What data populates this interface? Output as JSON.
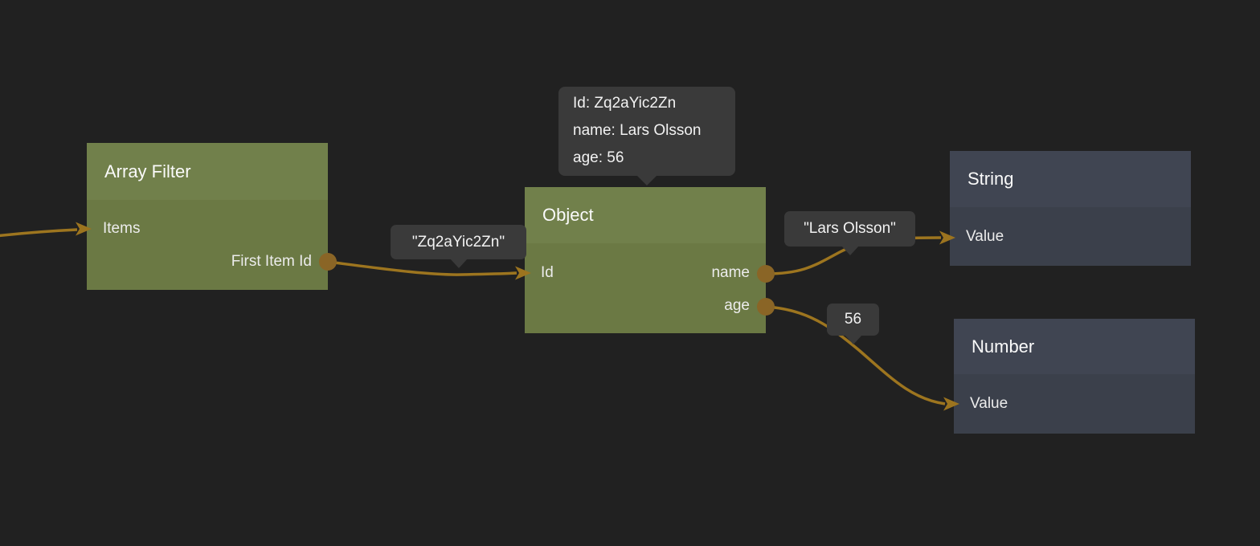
{
  "canvas": {
    "background": "#212121"
  },
  "colors": {
    "edge": "#9d751f",
    "port_dot": "#8a6526",
    "node_green_header": "#71804b",
    "node_green_body": "#6b7944",
    "node_slate_header": "#404552",
    "node_slate_body": "#3b404b",
    "bubble_bg": "#3a3a3a"
  },
  "nodes": [
    {
      "title": "Array Filter",
      "type": "green",
      "inputs": [
        {
          "label": "Items"
        }
      ],
      "outputs": [
        {
          "label": "First Item Id"
        }
      ]
    },
    {
      "title": "Object",
      "type": "green",
      "inputs": [
        {
          "label": "Id"
        }
      ],
      "outputs": [
        {
          "label": "name"
        },
        {
          "label": "age"
        }
      ]
    },
    {
      "title": "String",
      "type": "slate",
      "inputs": [
        {
          "label": "Value"
        }
      ],
      "outputs": []
    },
    {
      "title": "Number",
      "type": "slate",
      "inputs": [
        {
          "label": "Value"
        }
      ],
      "outputs": []
    }
  ],
  "object_tooltip": {
    "lines": [
      "Id: Zq2aYic2Zn",
      "name: Lars Olsson",
      "age: 56"
    ]
  },
  "edge_labels": [
    {
      "text": "\"Zq2aYic2Zn\""
    },
    {
      "text": "\"Lars Olsson\""
    },
    {
      "text": "56"
    }
  ]
}
